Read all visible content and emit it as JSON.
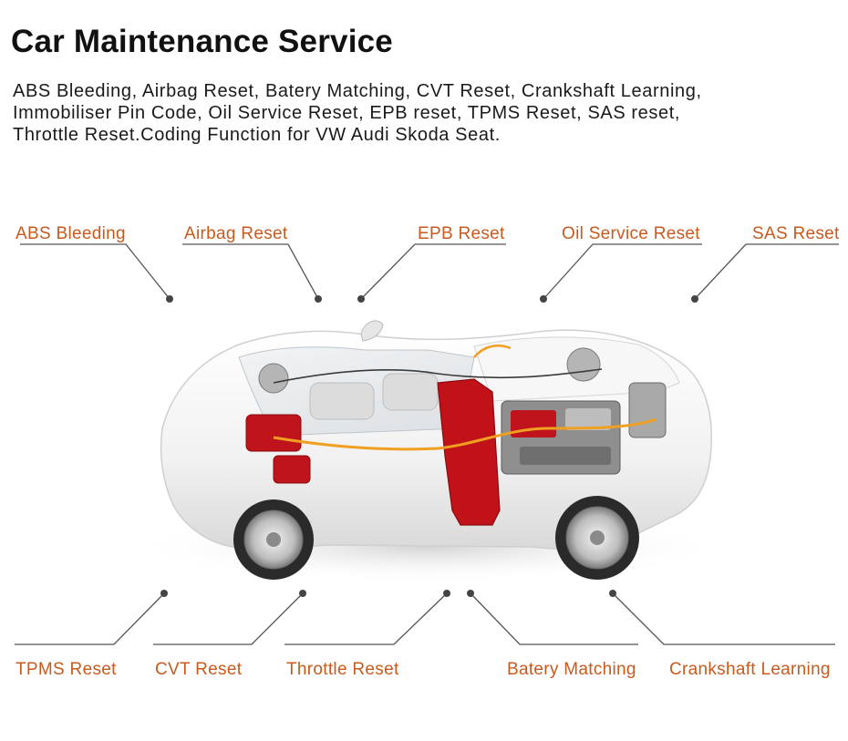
{
  "header": {
    "title": "Car Maintenance Service",
    "description_lines": [
      "ABS Bleeding, Airbag Reset, Batery Matching, CVT Reset, Crankshaft Learning,",
      "Immobiliser Pin Code, Oil Service Reset, EPB reset, TPMS Reset, SAS reset,",
      "Throttle Reset.Coding Function for VW Audi Skoda Seat."
    ]
  },
  "callouts": {
    "top": [
      "ABS Bleeding",
      "Airbag Reset",
      "EPB Reset",
      "Oil Service Reset",
      "SAS Reset"
    ],
    "bottom": [
      "TPMS Reset",
      "CVT Reset",
      "Throttle Reset",
      "Batery Matching",
      "Crankshaft Learning"
    ]
  },
  "colors": {
    "label": "#c85a1e",
    "leader_line": "#555555",
    "car_body": "#f2f2f2",
    "brake_parts": "#c0141c",
    "fuel_tank": "#c01218",
    "wiring": "#f0a020"
  }
}
